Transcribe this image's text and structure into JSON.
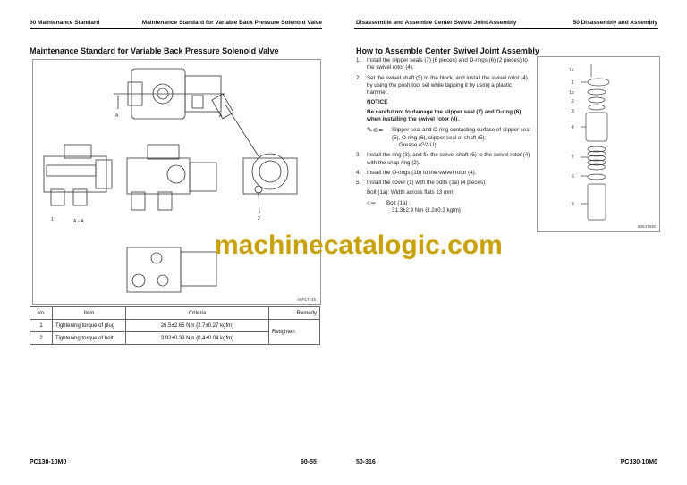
{
  "left_page": {
    "header_left": "60 Maintenance Standard",
    "header_right": "Maintenance Standard for Variable Back Pressure Solenoid Valve",
    "title": "Maintenance Standard for Variable Back Pressure Solenoid Valve",
    "figure": {
      "labels": {
        "section_a1": "A",
        "section_a2": "A",
        "section_aa": "A – A",
        "callout_1": "1",
        "callout_2": "2"
      },
      "figure_id": "A6P17145"
    },
    "table": {
      "headers": [
        "No.",
        "Item",
        "Criteria",
        "Remedy"
      ],
      "rows": [
        {
          "no": "1",
          "item": "Tightening torque of plug",
          "criteria": "26.5±2.65 Nm {2.7±0.27 kgfm}"
        },
        {
          "no": "2",
          "item": "Tightening torque of bolt",
          "criteria": "3.92±0.39 Nm {0.4±0.04 kgfm}"
        }
      ],
      "remedy": "Retighten"
    },
    "footer_left": "PC130-10M0",
    "footer_right": "60-55"
  },
  "right_page": {
    "header_left": "Disassemble and Assemble Center Swivel Joint Assembly",
    "header_right": "50 Disassembly and Assembly",
    "title": "How to Assemble Center Swivel Joint Assembly",
    "steps": [
      {
        "n": "1.",
        "text": "Install the slipper seals (7) (6 pieces) and O-rings (6) (2 pieces) to the swivel rotor (4)."
      },
      {
        "n": "2.",
        "text": "Set the swivel shaft (5) to the block, and install the swivel rotor (4) by using the push tool set while tapping it by using a plastic hammer."
      },
      {
        "n": "3.",
        "text": "Install the ring (3), and fix the swivel shaft (5) to the swivel rotor (4) with the snap ring (2)."
      },
      {
        "n": "4.",
        "text": "Install the O-rings (1b) to the swivel rotor (4)."
      },
      {
        "n": "5.",
        "text": "Install the cover (1) with the bolts (1a) (4 pieces)."
      }
    ],
    "notice_title": "NOTICE",
    "notice_text": "Be careful not to damage the slipper seal (7) and O-ring (6) when installing the swivel rotor (4).",
    "grease_line1": "Slipper seal and O-ring contacting surface of slipper seal (5), O-ring (6), slipper seal of shaft (5):",
    "grease_line2": "Grease (G2-LI)",
    "bolt_width": "Bolt (1a): Width across flats 13 mm",
    "torque_label": "Bolt (1a) :",
    "torque_value": "31.3±2.9 Nm {3.2±0.3 kgfm}",
    "figure": {
      "labels": [
        "1a",
        "1",
        "1b",
        "2",
        "3",
        "4",
        "7",
        "6",
        "5"
      ],
      "figure_id": "80647330"
    },
    "footer_left": "50-316",
    "footer_right": "PC130-10M0"
  },
  "watermark": "machinecatalogic.com"
}
